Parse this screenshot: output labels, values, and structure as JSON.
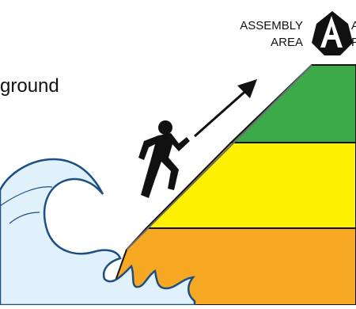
{
  "sign": {
    "label_line1": "ASSEMBLY",
    "label_line2": "AREA",
    "icon_letter": "A",
    "right_clip_line1": "A",
    "right_clip_line2": "F"
  },
  "caption": {
    "text": "ground"
  },
  "colors": {
    "top_band": "#3daa4a",
    "middle_band": "#fff100",
    "bottom_band": "#f7a823",
    "wave_fill": "#e0f1fb",
    "wave_stroke": "#1c4f83",
    "outline": "#111111",
    "icon": "#111111"
  },
  "icons": {
    "person": "running-person-icon",
    "arrow": "up-right-arrow-icon",
    "assembly": "assembly-area-a-icon"
  }
}
